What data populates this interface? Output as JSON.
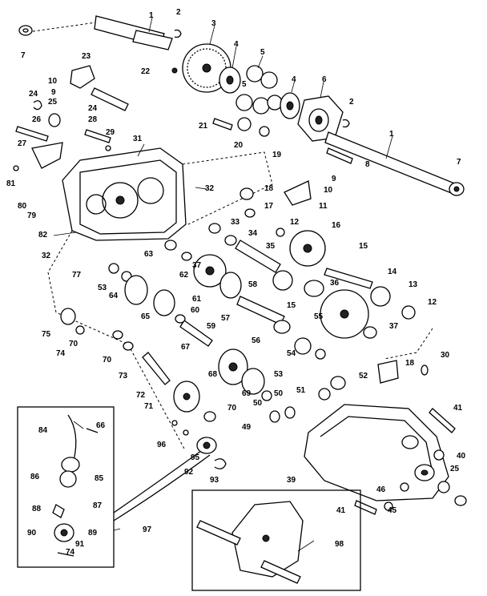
{
  "labels": [
    "1",
    "2",
    "3",
    "4",
    "5",
    "5",
    "4",
    "6",
    "2",
    "1",
    "7",
    "7",
    "8",
    "9",
    "10",
    "11",
    "12",
    "12",
    "13",
    "14",
    "15",
    "15",
    "16",
    "17",
    "18",
    "18",
    "19",
    "20",
    "21",
    "22",
    "23",
    "24",
    "24",
    "25",
    "25",
    "26",
    "27",
    "28",
    "29",
    "30",
    "31",
    "32",
    "32",
    "33",
    "34",
    "35",
    "36",
    "37",
    "37",
    "39",
    "40",
    "41",
    "41",
    "45",
    "46",
    "49",
    "50",
    "50",
    "51",
    "52",
    "53",
    "53",
    "54",
    "55",
    "56",
    "57",
    "58",
    "59",
    "60",
    "61",
    "62",
    "63",
    "64",
    "65",
    "66",
    "67",
    "68",
    "69",
    "70",
    "70",
    "70",
    "71",
    "72",
    "73",
    "74",
    "74",
    "75",
    "77",
    "79",
    "80",
    "81",
    "82",
    "84",
    "85",
    "86",
    "87",
    "88",
    "89",
    "90",
    "91",
    "92",
    "93",
    "95",
    "96",
    "97",
    "98",
    "9",
    "10"
  ]
}
